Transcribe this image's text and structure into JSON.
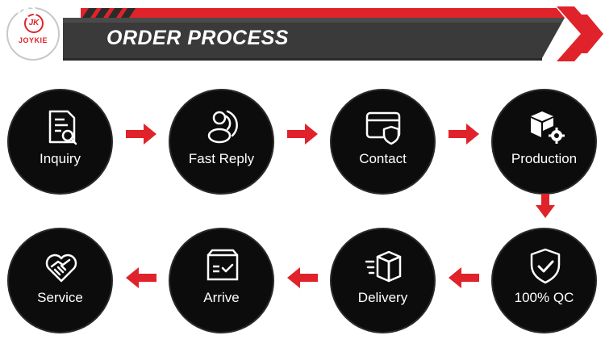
{
  "header": {
    "brand_logo_text": "JK",
    "brand_name": "JOYKIE",
    "title": "ORDER PROCESS"
  },
  "colors": {
    "accent_red": "#e0232a",
    "banner_dark": "#3a3a3a",
    "circle_fill": "#0c0c0c",
    "text_on_dark": "#ffffff"
  },
  "steps": [
    {
      "label": "Inquiry",
      "icon": "document-search-icon"
    },
    {
      "label": "Fast Reply",
      "icon": "headset-user-icon"
    },
    {
      "label": "Contact",
      "icon": "card-shield-icon"
    },
    {
      "label": "Production",
      "icon": "boxes-gear-icon"
    },
    {
      "label": "100% QC",
      "icon": "shield-check-icon"
    },
    {
      "label": "Delivery",
      "icon": "fast-box-icon"
    },
    {
      "label": "Arrive",
      "icon": "box-check-icon"
    },
    {
      "label": "Service",
      "icon": "heart-handshake-icon"
    }
  ]
}
